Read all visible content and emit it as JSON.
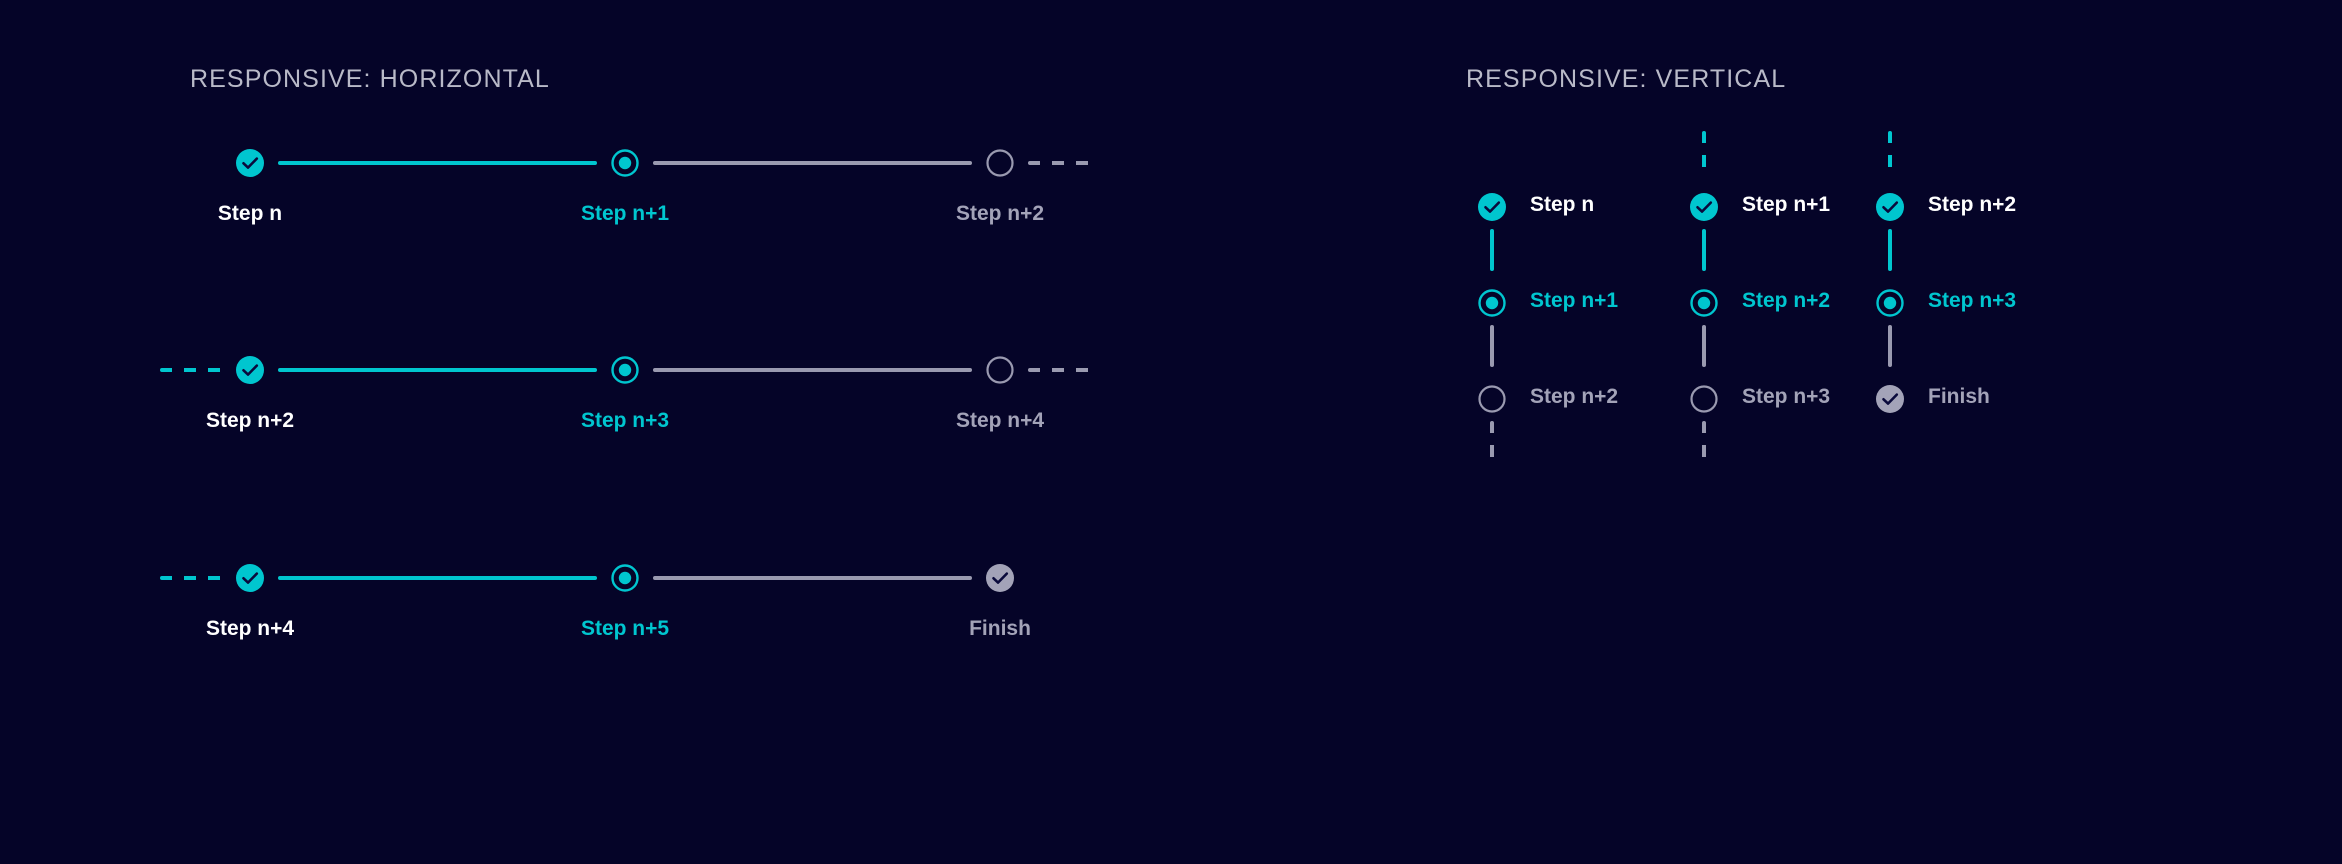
{
  "colors": {
    "background": "#050428",
    "accent_cyan": "#00c6cf",
    "muted_gray": "#a3a3b8",
    "line_gray": "#9a9ab0",
    "label_done": "#ffffff",
    "heading": "#b9bac8",
    "check_dark": "#0a0a3c"
  },
  "sections": {
    "horizontal": {
      "heading": "RESPONSIVE: HORIZONTAL",
      "rows": [
        {
          "lead_connector": "none",
          "trail_connector": "dashed-gray",
          "steps": [
            {
              "label": "Step n",
              "state": "complete",
              "icon": "check-circle-filled-icon"
            },
            {
              "label": "Step n+1",
              "state": "current",
              "icon": "radio-dot-icon"
            },
            {
              "label": "Step n+2",
              "state": "future",
              "icon": "empty-circle-icon"
            }
          ],
          "connectors": [
            "solid-cyan",
            "solid-gray"
          ]
        },
        {
          "lead_connector": "dashed-cyan",
          "trail_connector": "dashed-gray",
          "steps": [
            {
              "label": "Step n+2",
              "state": "complete",
              "icon": "check-circle-filled-icon"
            },
            {
              "label": "Step n+3",
              "state": "current",
              "icon": "radio-dot-icon"
            },
            {
              "label": "Step n+4",
              "state": "future",
              "icon": "empty-circle-icon"
            }
          ],
          "connectors": [
            "solid-cyan",
            "solid-gray"
          ]
        },
        {
          "lead_connector": "dashed-cyan",
          "trail_connector": "none",
          "steps": [
            {
              "label": "Step n+4",
              "state": "complete",
              "icon": "check-circle-filled-icon"
            },
            {
              "label": "Step n+5",
              "state": "current",
              "icon": "radio-dot-icon"
            },
            {
              "label": "Finish",
              "state": "finish",
              "icon": "check-circle-gray-icon"
            }
          ],
          "connectors": [
            "solid-cyan",
            "solid-gray"
          ]
        }
      ]
    },
    "vertical": {
      "heading": "RESPONSIVE: VERTICAL",
      "columns": [
        {
          "lead_connector": "none",
          "trail_connector": "dashed-gray",
          "steps": [
            {
              "label": "Step n",
              "state": "complete",
              "icon": "check-circle-filled-icon"
            },
            {
              "label": "Step n+1",
              "state": "current",
              "icon": "radio-dot-icon"
            },
            {
              "label": "Step n+2",
              "state": "future",
              "icon": "empty-circle-icon"
            }
          ],
          "connectors": [
            "solid-cyan",
            "solid-gray"
          ]
        },
        {
          "lead_connector": "dashed-cyan",
          "trail_connector": "dashed-gray",
          "steps": [
            {
              "label": "Step n+1",
              "state": "complete",
              "icon": "check-circle-filled-icon"
            },
            {
              "label": "Step n+2",
              "state": "current",
              "icon": "radio-dot-icon"
            },
            {
              "label": "Step n+3",
              "state": "future",
              "icon": "empty-circle-icon"
            }
          ],
          "connectors": [
            "solid-cyan",
            "solid-gray"
          ]
        },
        {
          "lead_connector": "dashed-cyan",
          "trail_connector": "none",
          "steps": [
            {
              "label": "Step n+2",
              "state": "complete",
              "icon": "check-circle-filled-icon"
            },
            {
              "label": "Step n+3",
              "state": "current",
              "icon": "radio-dot-icon"
            },
            {
              "label": "Finish",
              "state": "finish",
              "icon": "check-circle-gray-icon"
            }
          ],
          "connectors": [
            "solid-cyan",
            "solid-gray"
          ]
        }
      ]
    }
  }
}
